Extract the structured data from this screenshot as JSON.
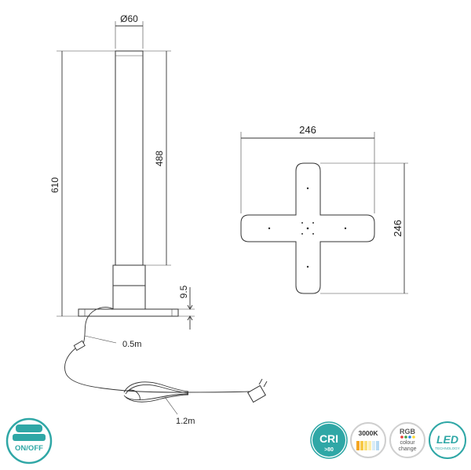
{
  "dimensions": {
    "diameter": "Ø60",
    "total_height": "610",
    "tube_height": "488",
    "base_height": "9.5",
    "cross_width": "246",
    "cross_depth": "246"
  },
  "cable": {
    "short_length": "0.5m",
    "long_length": "1.2m"
  },
  "badges": {
    "onoff": {
      "label": "ON/OFF",
      "color": "#2fa7a6"
    },
    "cri": {
      "label": "CRI",
      "sub": ">80",
      "color": "#2fa7a6"
    },
    "cct": {
      "label": "3000K"
    },
    "rgb": {
      "label": "RGB",
      "line1": "colour",
      "line2": "change"
    },
    "led": {
      "label": "LED",
      "sub": "TECHNOLOGY",
      "color": "#2fa7a6"
    }
  }
}
